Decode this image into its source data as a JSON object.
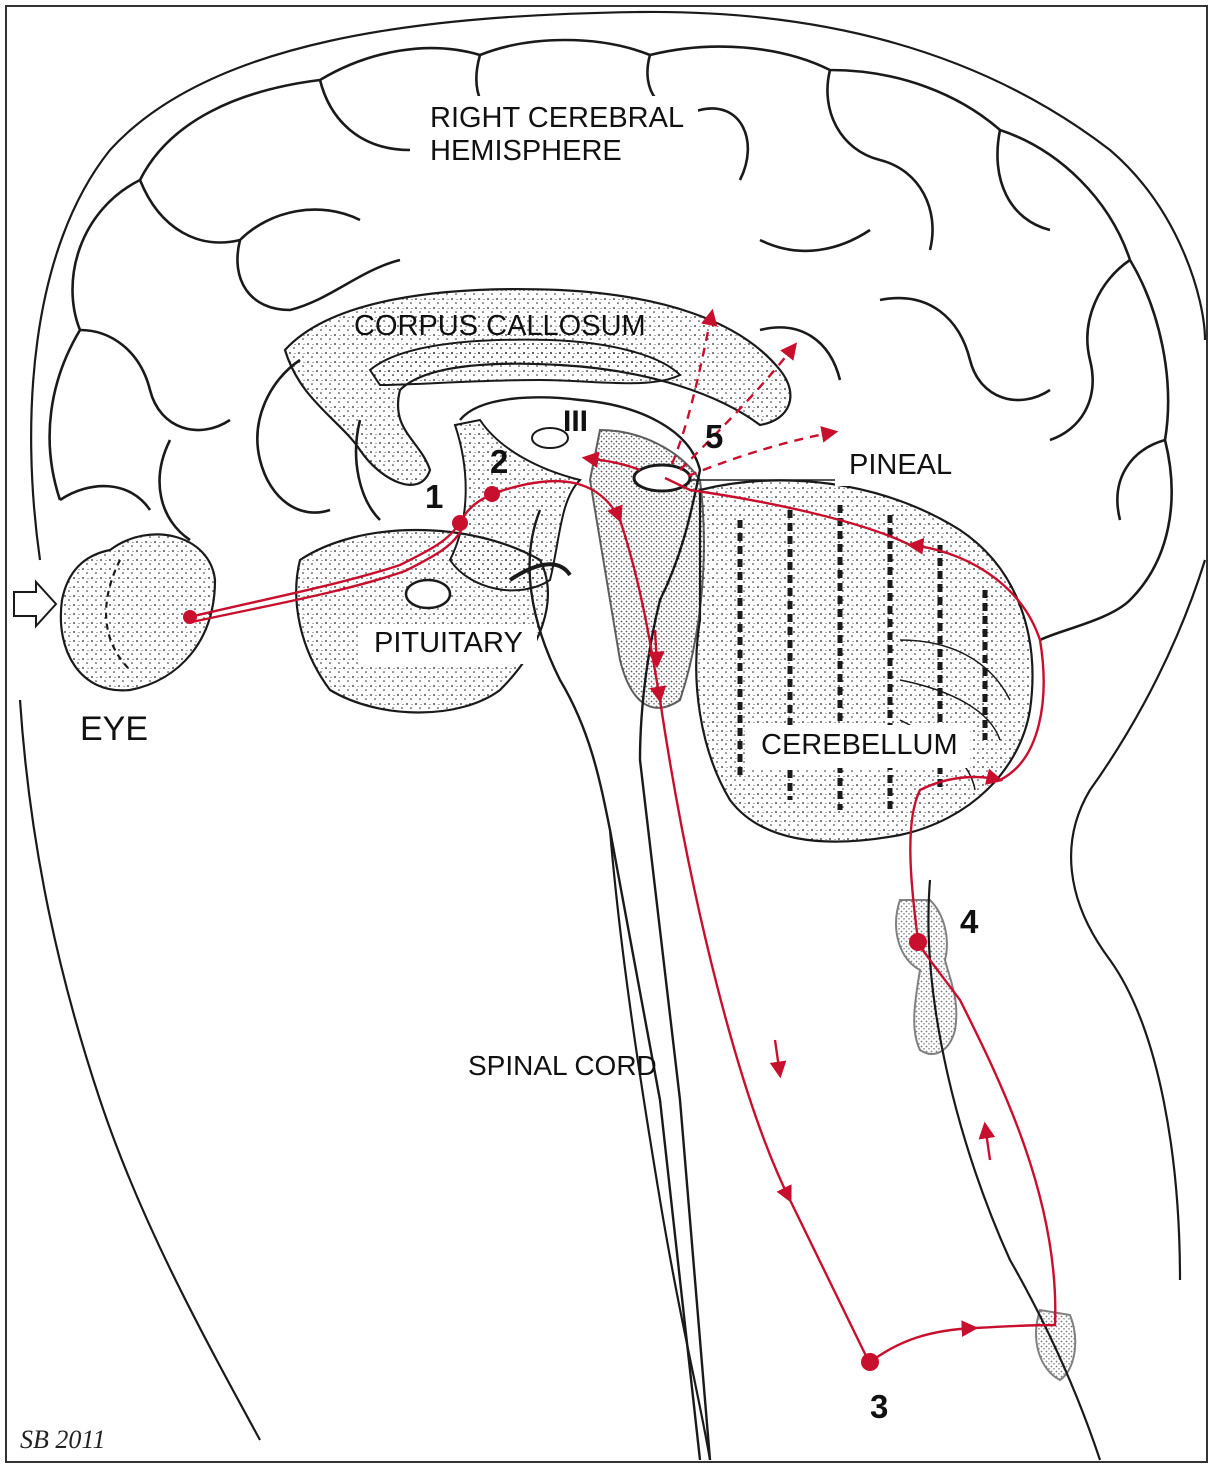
{
  "labels": {
    "hemisphere_line1": "RIGHT CEREBRAL",
    "hemisphere_line2": "HEMISPHERE",
    "corpus_callosum": "CORPUS CALLOSUM",
    "third_ventricle": "III",
    "pineal": "PINEAL",
    "pituitary": "PITUITARY",
    "eye": "EYE",
    "cerebellum": "CEREBELLUM",
    "spinal_cord": "SPINAL CORD"
  },
  "pathway_steps": [
    "1",
    "2",
    "3",
    "4",
    "5"
  ],
  "signature": "SB 2011",
  "colors": {
    "outline": "#1a1a1a",
    "pathway": "#c8102e",
    "background": "#ffffff"
  }
}
